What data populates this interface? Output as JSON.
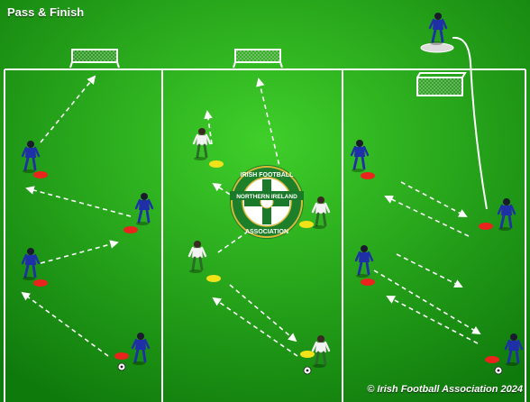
{
  "title": "Pass & Finish",
  "copyright": "© Irish Football Association 2024",
  "crest": {
    "top_text": "IRISH FOOTBALL",
    "middle_text": "NORTHERN IRELAND",
    "bottom_text": "ASSOCIATION"
  },
  "colors": {
    "pitch_light": "#3fcf2a",
    "pitch_dark": "#0f7a0c",
    "lines": "#ffffff",
    "team_blue": "#1f2fa8",
    "team_white": "#f2f2f2",
    "cone_red": "#e8241c",
    "cone_yellow": "#f3e21a",
    "crest_green": "#1b7a2a",
    "crest_gold": "#d8b93a"
  },
  "icons": {
    "goal": "goal-icon",
    "player": "player-icon",
    "cone": "cone-icon",
    "ball": "ball-icon",
    "crest": "crest-icon"
  }
}
